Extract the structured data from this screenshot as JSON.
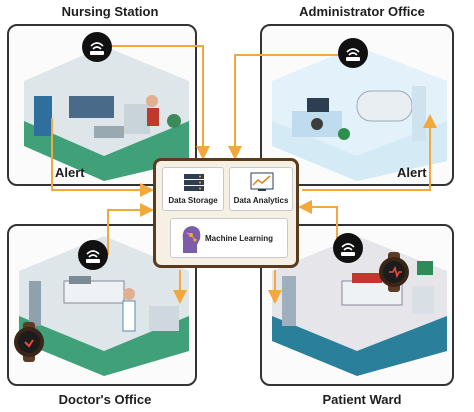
{
  "titles": {
    "nursing": "Nursing Station",
    "admin": "Administrator Office",
    "doctor": "Doctor's Office",
    "ward": "Patient Ward"
  },
  "alerts": {
    "left": "Alert",
    "right": "Alert"
  },
  "hub": {
    "data_storage": "Data Storage",
    "data_analytics": "Data Analytics",
    "machine_learning": "Machine Learning"
  },
  "colors": {
    "arrow": "#f3a83b",
    "hub_border": "#5a3b1e",
    "hub_fill": "#f6efe3",
    "floor_green": "#3fa07a",
    "wall_grey": "#dfe6ea",
    "panel_border": "#333333"
  },
  "icons": [
    "wifi-router-icon",
    "smartwatch-icon",
    "server-icon",
    "analytics-icon",
    "ai-head-icon"
  ]
}
